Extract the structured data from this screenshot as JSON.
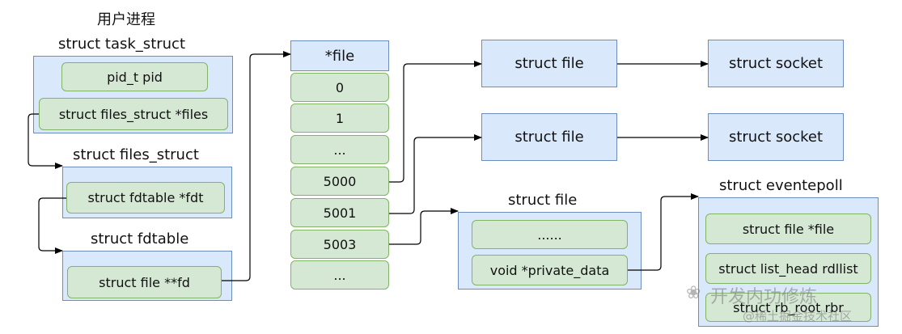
{
  "left": {
    "title": "用户进程",
    "task_struct": {
      "title": "struct task_struct",
      "field1": "pid_t pid",
      "field2": "struct files_struct *files"
    },
    "files_struct": {
      "title": "struct files_struct",
      "field1": "struct fdtable *fdt"
    },
    "fdtable": {
      "title": "struct fdtable",
      "field1": "struct file **fd"
    }
  },
  "fd_array": {
    "header": "*file",
    "cells": [
      "0",
      "1",
      "...",
      "5000",
      "5001",
      "5003",
      "..."
    ]
  },
  "right": {
    "file1": "struct file",
    "socket1": "struct socket",
    "file2": "struct file",
    "socket2": "struct socket",
    "file3": {
      "title": "struct file",
      "field1": "......",
      "field2": "void *private_data"
    },
    "eventpoll": {
      "title": "struct eventepoll",
      "field1": "struct file *file",
      "field2": "struct list_head rdllist",
      "field3": "struct rb_root rbr"
    }
  },
  "watermark": {
    "line1": "开发内功修炼",
    "line2": "@稀土掘金技术社区"
  },
  "colors": {
    "container_fill": "#dae8fc",
    "container_stroke": "#6c8ebf",
    "field_fill": "#d5e8d4",
    "field_stroke": "#82b366",
    "arrow": "#000000"
  }
}
